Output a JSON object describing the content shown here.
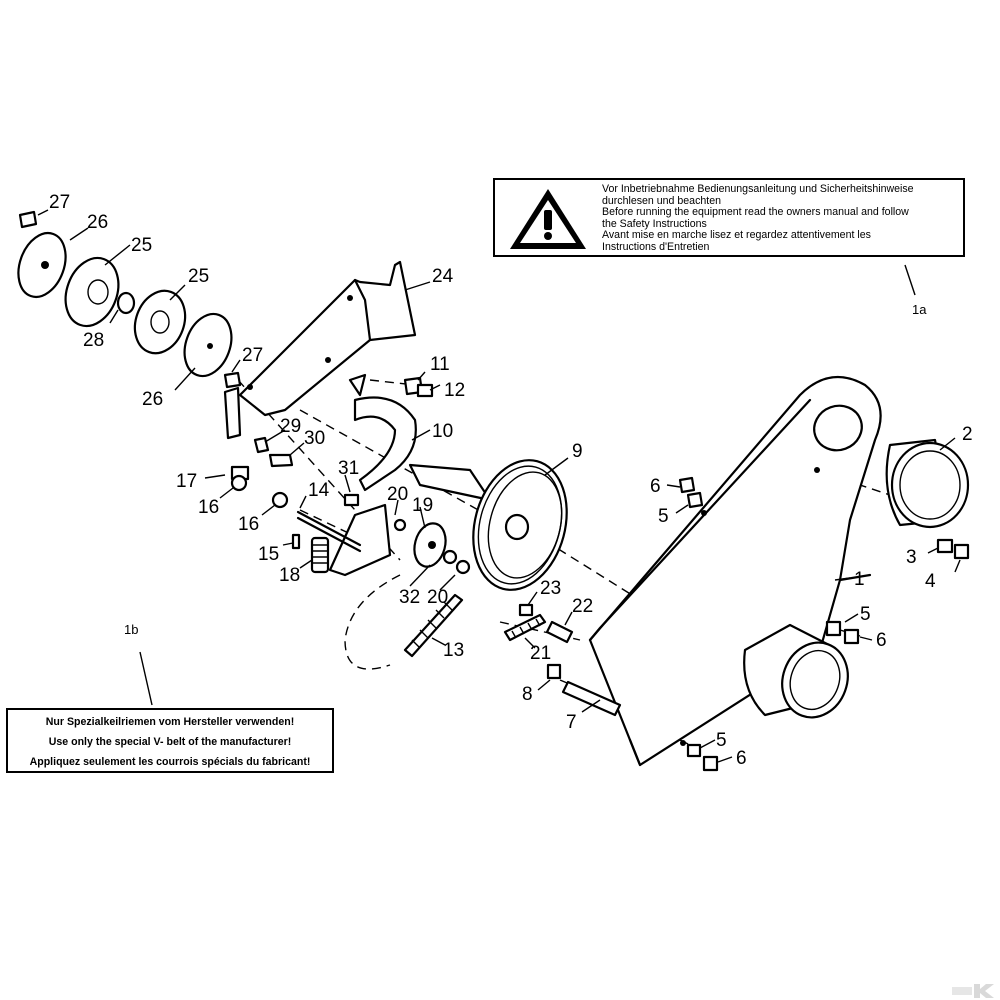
{
  "warning_sign": {
    "icon": "warning-exclamation-icon",
    "lines": [
      "Vor Inbetriebnahme Bedienungsanleitung und Sicherheitshinweise",
      "durchlesen und beachten",
      "Before running the equipment read the owners manual and follow",
      "the Safety Instructions",
      "Avant mise en marche lisez et regardez attentivement les",
      "Instructions d'Entretien"
    ],
    "label": "1a"
  },
  "belt_notice": {
    "lines": [
      "Nur Spezialkeilriemen vom Hersteller verwenden!",
      "Use only the special V- belt of the manufacturer!",
      "Appliquez seulement les courrois spécials du fabricant!"
    ],
    "label": "1b"
  },
  "callouts": [
    "27",
    "26",
    "25",
    "25",
    "28",
    "26",
    "27",
    "24",
    "11",
    "12",
    "29",
    "30",
    "10",
    "9",
    "2",
    "17",
    "16",
    "16",
    "31",
    "14",
    "20",
    "19",
    "6",
    "5",
    "15",
    "18",
    "32",
    "20",
    "3",
    "4",
    "1",
    "23",
    "22",
    "13",
    "21",
    "5",
    "6",
    "8",
    "7",
    "5",
    "6"
  ]
}
